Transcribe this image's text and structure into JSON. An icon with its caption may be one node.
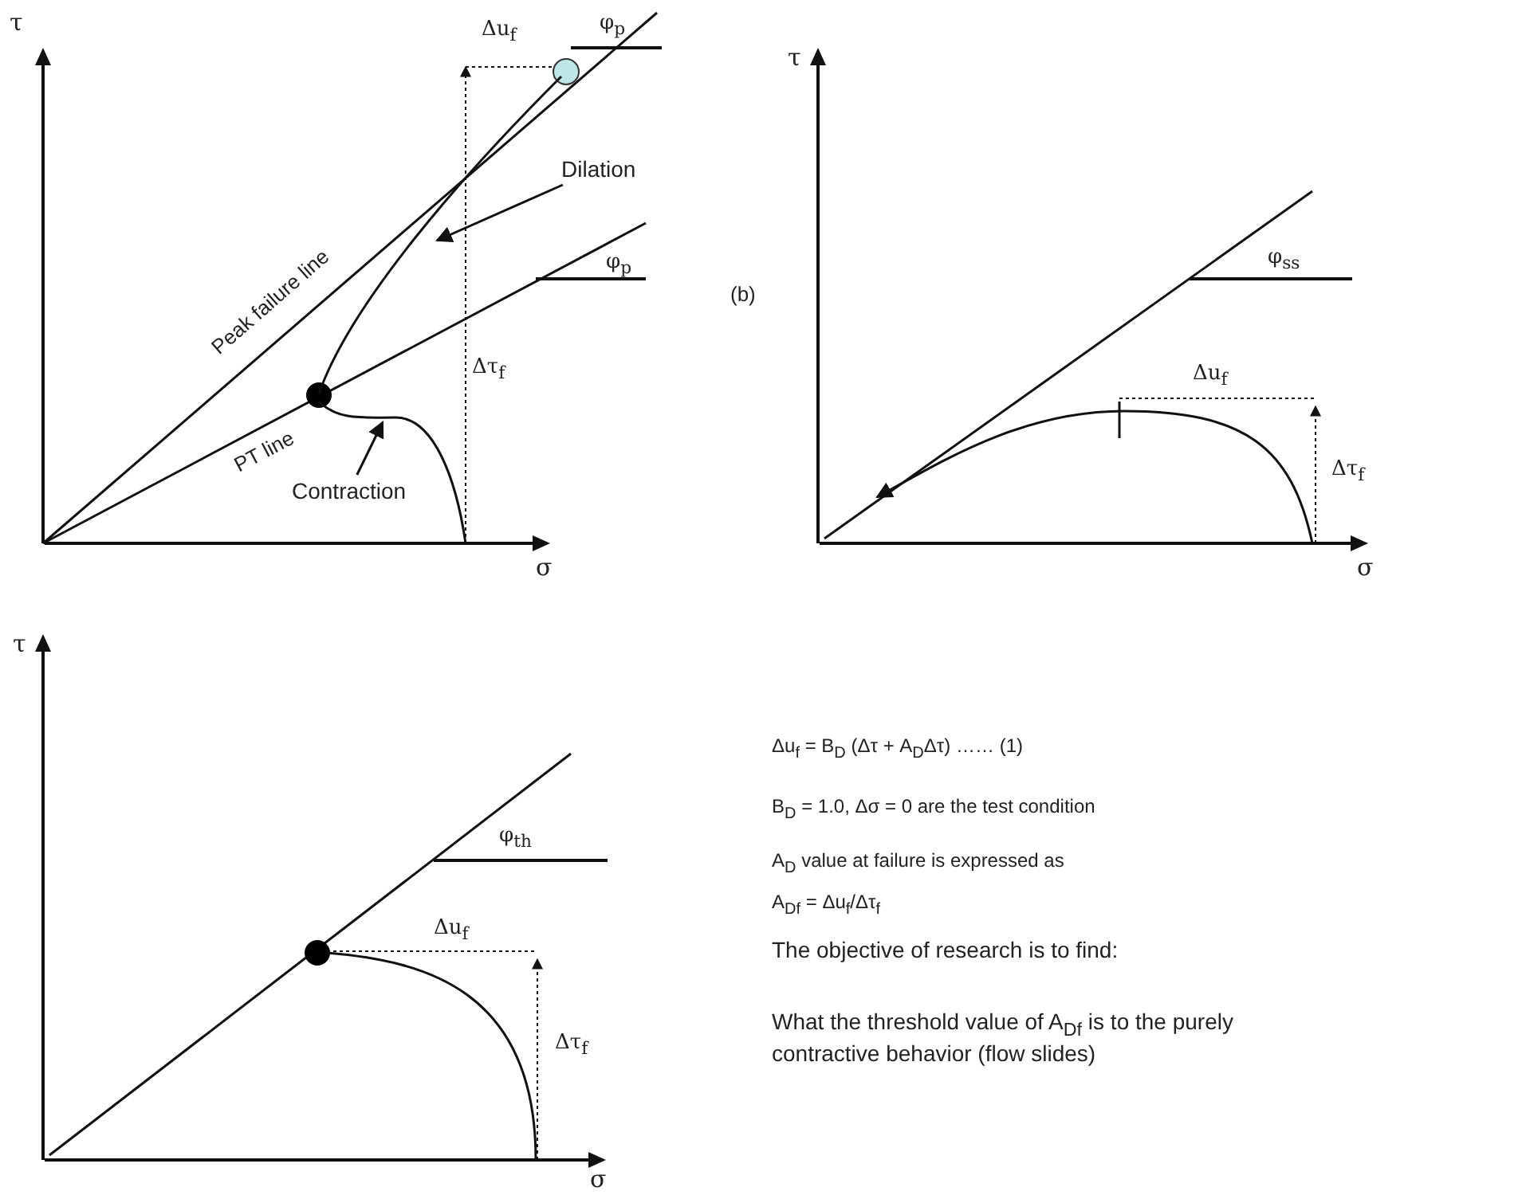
{
  "diagram": {
    "nodes": [
      {
        "text": [
          "Dilation"
        ]
      },
      {
        "text": [
          "Contraction"
        ]
      },
      {
        "text": [],
        "shape": "curve"
      },
      {
        "text": [],
        "shape": "curve"
      }
    ],
    "edges": [
      {
        "from": 0,
        "to": 2,
        "arrow": "to"
      },
      {
        "from": 1,
        "to": 3,
        "arrow": "to"
      }
    ],
    "labels": [
      "τ",
      "Δu$_{f}$",
      "φ$_{p}$",
      "φ$_{p}$",
      "Peak failure line",
      "(b)",
      "Δτ$_{f}$",
      "PT line",
      "σ",
      "τ",
      "φ$_{ss}$",
      "Δu$_{f}$",
      "Δτ$_{f}$",
      "σ",
      "τ",
      "φ$_{th}$",
      "Δu$_{f}$",
      "Δτ$_{f}$",
      "σ",
      "Δu$_{f}$ = B$_{D}$ (Δτ + A$_{D}$Δτ) …… (1)",
      "B$_{D}$ = 1.0, Δσ = 0 are the test condition",
      "A$_{D}$ value at failure is expressed as",
      "A$_{Df}$ = Δu$_{f}$/Δτ$_{f}$",
      "The objective of research is to find:",
      "What the threshold value of A$_{Df}$ is to the purely contractive behavior (flow slides)"
    ]
  }
}
